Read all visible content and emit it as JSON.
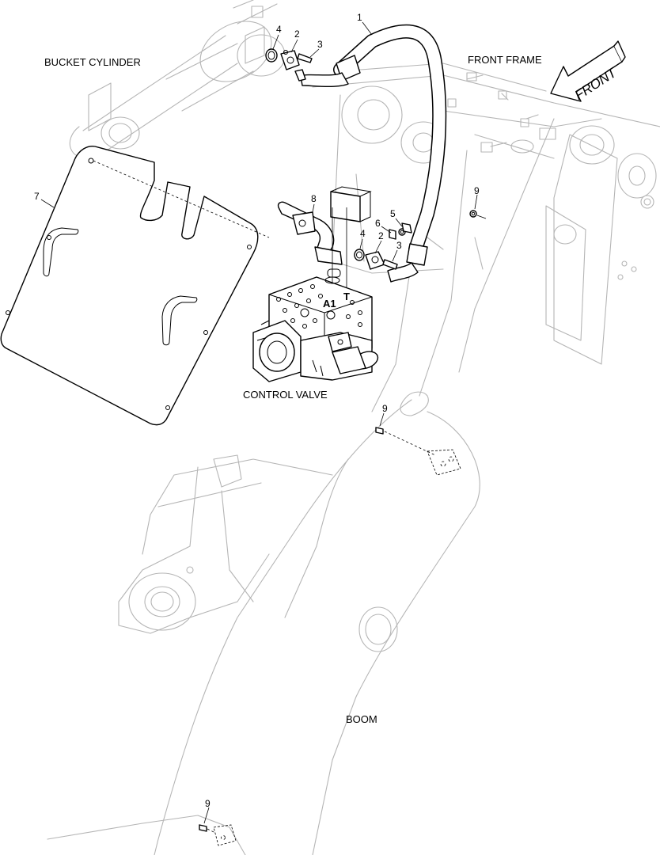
{
  "labels": {
    "bucket_cylinder": "BUCKET CYLINDER",
    "front_frame": "FRONT FRAME",
    "front_arrow": "FRONT",
    "control_valve": "CONTROL VALVE",
    "boom": "BOOM"
  },
  "ports": {
    "a1": "A1",
    "t": "T"
  },
  "callouts": {
    "hose": "1",
    "flange_upper": "2",
    "bolt_upper": "3",
    "oring_upper": "4",
    "flange_lower": "2",
    "bolt_lower": "3",
    "oring_lower": "4",
    "cap": "5",
    "plug": "6",
    "cover_plate": "7",
    "elbow": "8",
    "bolt_frame": "9",
    "bolt_boom_mid": "9",
    "bolt_boom_low": "9"
  },
  "colors": {
    "line": "#000000",
    "ghost": "#b5b5b5",
    "background": "#ffffff"
  }
}
